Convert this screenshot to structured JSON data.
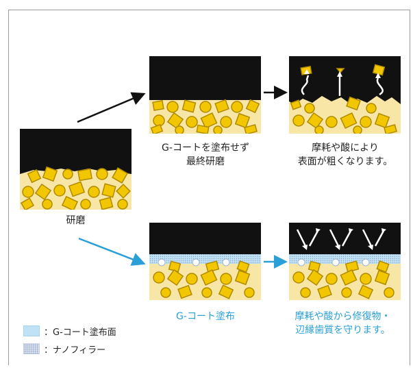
{
  "captions": {
    "start": "研磨",
    "top_mid": [
      "G-コートを塗布せず",
      "最終研磨"
    ],
    "top_right": [
      "摩耗や酸により",
      "表面が粗くなります。"
    ],
    "bottom_mid": "G-コート塗布",
    "bottom_right": [
      "摩耗や酸から修復物・",
      "辺縁歯質を守ります。"
    ]
  },
  "legend": {
    "coat_label": "：G-コート塗布面",
    "nano_label": "：ナノフィラー"
  },
  "colors": {
    "black": "#111111",
    "cream": "#f7e6a6",
    "filler": "#f2c600",
    "filler_stroke": "#b08a00",
    "coat": "#bfe2f6",
    "accent_blue": "#2a9fd8"
  }
}
